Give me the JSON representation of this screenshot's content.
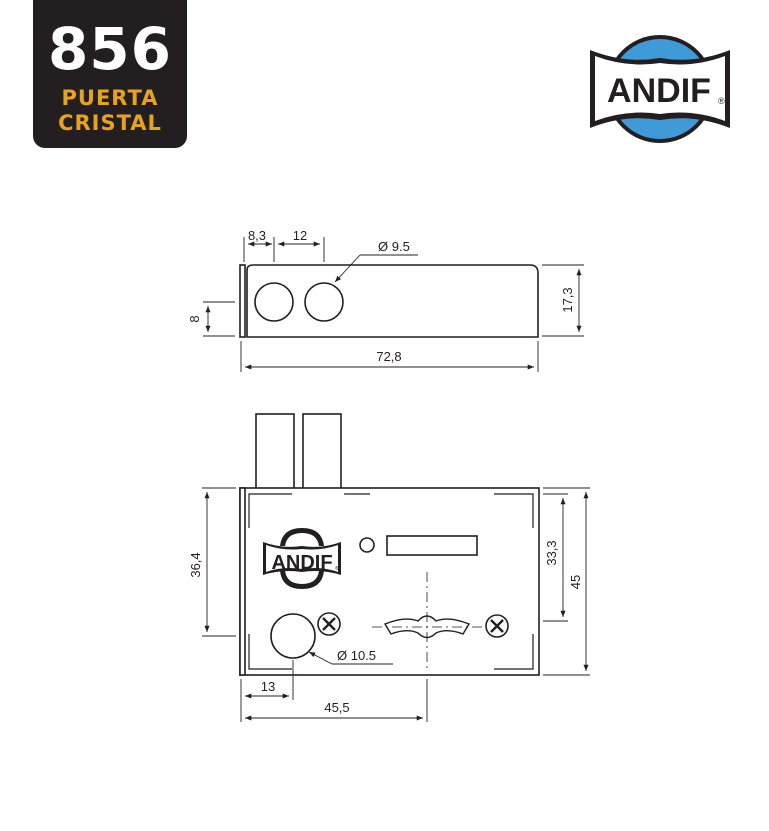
{
  "badge": {
    "model": "856",
    "line1": "PUERTA",
    "line2": "CRISTAL"
  },
  "brand": {
    "name": "ANDIF",
    "registered": "®",
    "blue": "#3e9bd8",
    "dark": "#231f20",
    "gold": "#e8a21b"
  },
  "side_view": {
    "dim_8_3": "8,3",
    "dim_12": "12",
    "dim_hole": "Ø 9.5",
    "dim_8": "8",
    "dim_17_3": "17,3",
    "dim_72_8": "72,8"
  },
  "front_view": {
    "dim_36_4": "36,4",
    "dim_33_3": "33,3",
    "dim_45": "45",
    "dim_hole": "Ø 10.5",
    "dim_13": "13",
    "dim_45_5": "45,5"
  }
}
